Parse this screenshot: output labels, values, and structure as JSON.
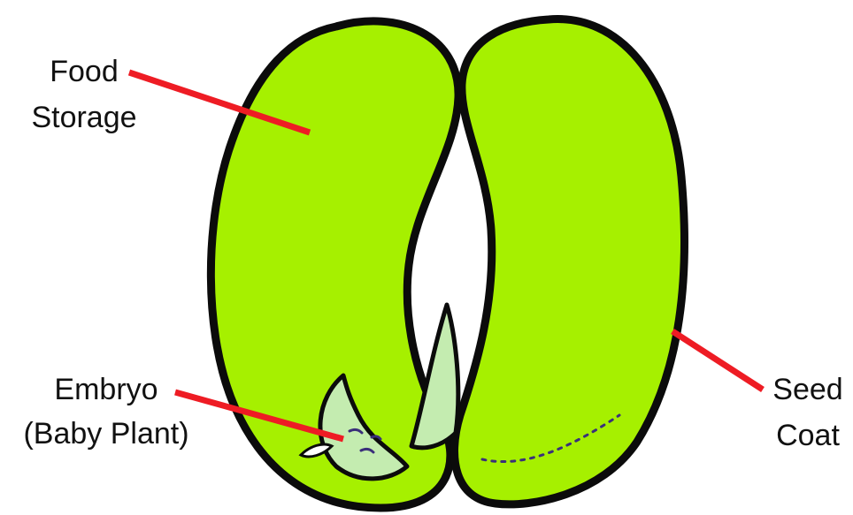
{
  "labels": {
    "food_storage_line1": "Food",
    "food_storage_line2": "Storage",
    "embryo_line1": "Embryo",
    "embryo_line2": "(Baby Plant)",
    "seed_coat_line1": "Seed",
    "seed_coat_line2": "Coat"
  },
  "colors": {
    "cotyledon": "#a6f000",
    "cotyledon_highlight": "#b8ff10",
    "embryo": "#c4ecb0",
    "outline": "#0b0b0b",
    "pointer_line": "#ee1c24",
    "embryo_detail": "#3a2f7a"
  }
}
